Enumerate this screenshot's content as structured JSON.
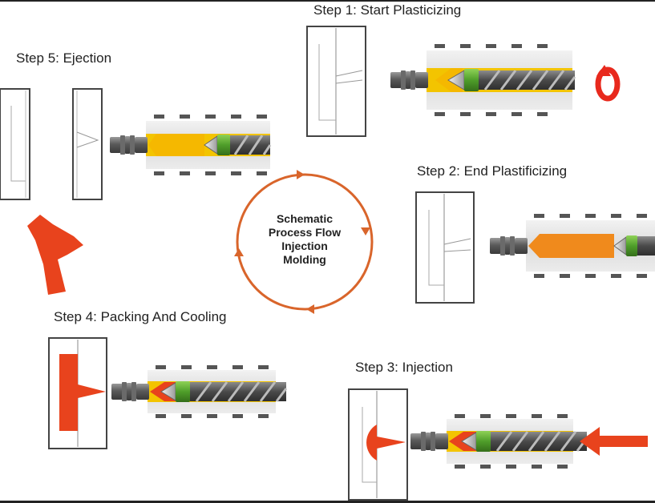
{
  "steps": [
    {
      "label": "Step 1: Start Plasticizing"
    },
    {
      "label": "Step 2: End Plastificizing"
    },
    {
      "label": "Step 3: Injection"
    },
    {
      "label": "Step 4: Packing And Cooling"
    },
    {
      "label": "Step 5: Ejection"
    }
  ],
  "center": {
    "lines": [
      "Schematic",
      "Process Flow",
      "Injection",
      "Molding"
    ]
  },
  "colors": {
    "cycle_ring": "#d9652b",
    "part": "#e8431d",
    "melt_yellow": "#f5b800",
    "melt_orange": "#f08a1c",
    "check_ring": "#5aa832",
    "rotation_arrow": "#e8291d"
  }
}
